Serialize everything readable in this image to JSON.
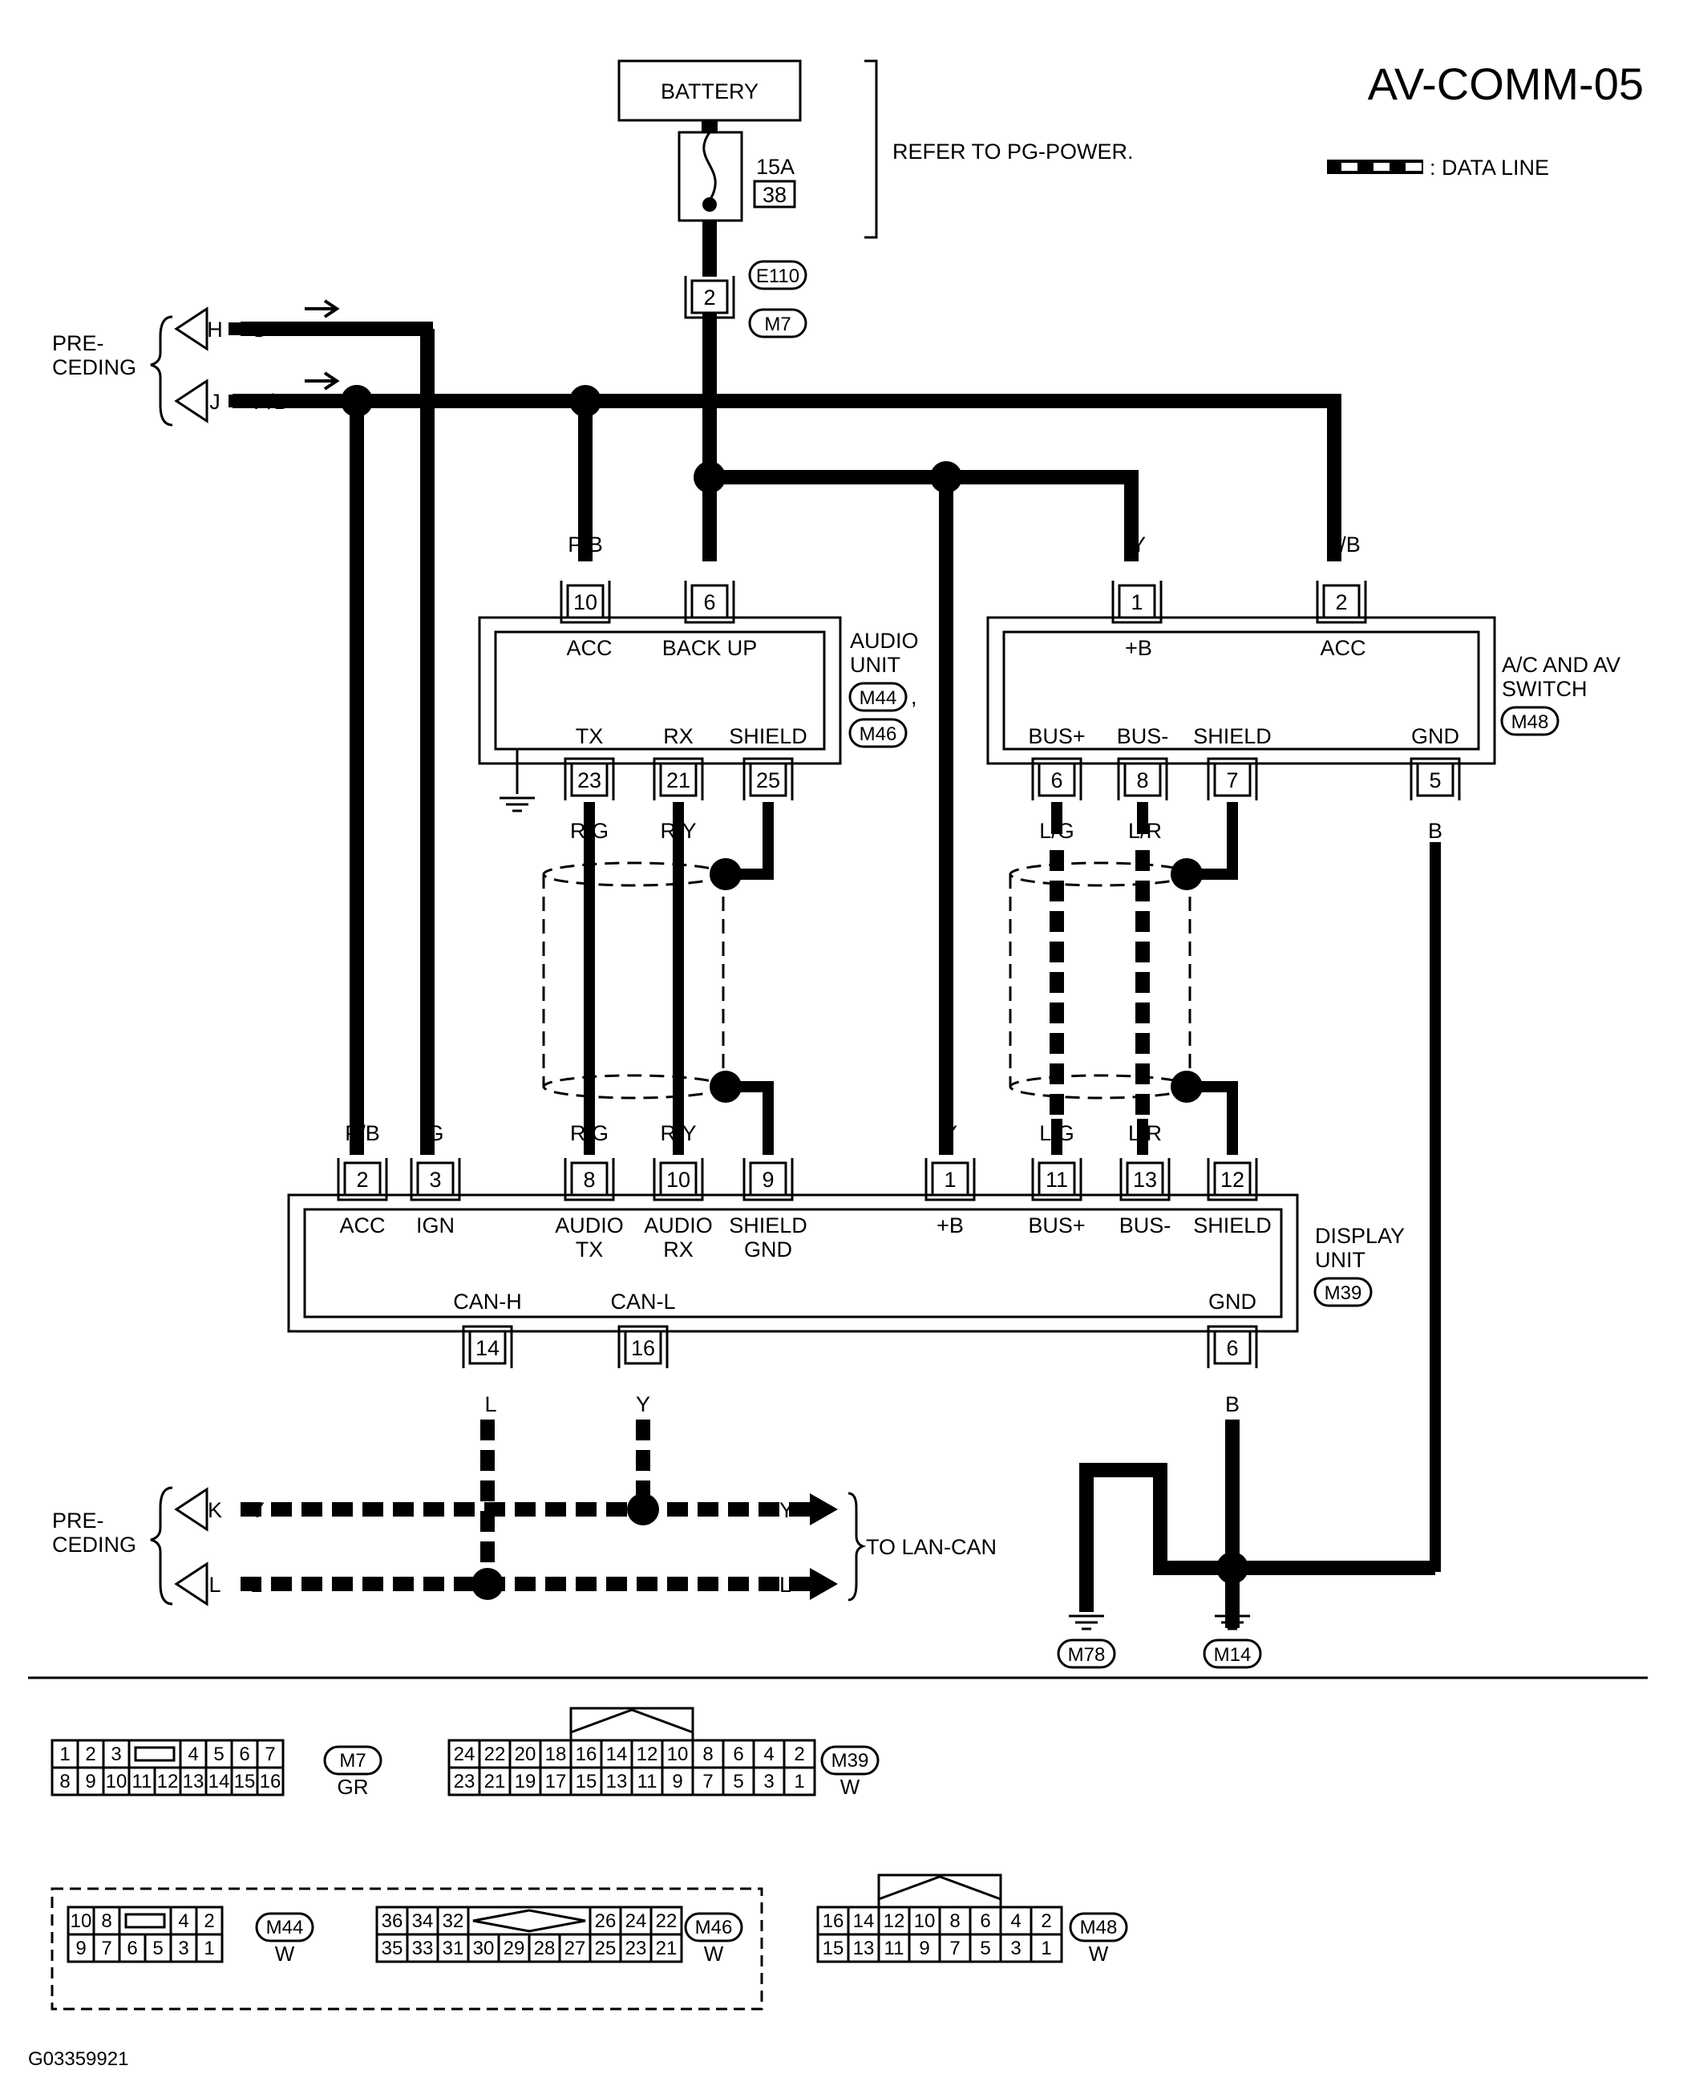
{
  "title": "AV-COMM-05",
  "figure_id": "G03359921",
  "legend": {
    "data_line": ": DATA LINE"
  },
  "battery": {
    "label": "BATTERY",
    "fuse_amp": "15A",
    "fuse_no": "38",
    "refer": "REFER TO PG-POWER."
  },
  "connectors": {
    "e110": "E110",
    "m7": "M7",
    "m44": "M44",
    "m46": "M46",
    "m48": "M48",
    "m39": "M39",
    "m78": "M78",
    "m14": "M14"
  },
  "preceding": {
    "label_top": "PRE-",
    "label_bottom": "CEDING"
  },
  "tags": {
    "h": "H",
    "j": "J",
    "k": "K",
    "l": "L"
  },
  "wires": {
    "y": "Y",
    "g": "G",
    "pb": "P/B",
    "rg": "R/G",
    "ry": "R/Y",
    "lg": "L/G",
    "lr": "L/R",
    "b": "B",
    "l": "L",
    "to_lan": "TO LAN-CAN"
  },
  "audio_unit": {
    "name1": "AUDIO",
    "name2": "UNIT",
    "comma": ",",
    "pin10": "10",
    "pin6": "6",
    "acc": "ACC",
    "backup": "BACK UP",
    "tx": "TX",
    "rx": "RX",
    "shield": "SHIELD",
    "pin23": "23",
    "pin21": "21",
    "pin25": "25"
  },
  "ac_switch": {
    "name1": "A/C AND AV",
    "name2": "SWITCH",
    "pin1": "1",
    "pin2": "2",
    "plus_b": "+B",
    "acc": "ACC",
    "bus_plus": "BUS+",
    "bus_minus": "BUS-",
    "shield": "SHIELD",
    "gnd": "GND",
    "pin6": "6",
    "pin8": "8",
    "pin7": "7",
    "pin5": "5"
  },
  "display_unit": {
    "name1": "DISPLAY",
    "name2": "UNIT",
    "pin2": "2",
    "pin3": "3",
    "pin8": "8",
    "pin10": "10",
    "pin9": "9",
    "pin1": "1",
    "pin11": "11",
    "pin13": "13",
    "pin12": "12",
    "acc": "ACC",
    "ign": "IGN",
    "audio": "AUDIO",
    "tx": "TX",
    "rx": "RX",
    "shield": "SHIELD",
    "gnd_word": "GND",
    "plus_b": "+B",
    "bus_plus": "BUS+",
    "bus_minus": "BUS-",
    "can_h": "CAN-H",
    "can_l": "CAN-L",
    "gnd": "GND",
    "pin14": "14",
    "pin16": "16",
    "pin6": "6"
  },
  "views": {
    "m7": {
      "top": [
        "1",
        "2",
        "3",
        "",
        "4",
        "5",
        "6",
        "7"
      ],
      "bottom": [
        "8",
        "9",
        "10",
        "11",
        "12",
        "13",
        "14",
        "15",
        "16"
      ],
      "color": "GR"
    },
    "m39": {
      "top": [
        "24",
        "22",
        "20",
        "18",
        "16",
        "14",
        "12",
        "10",
        "8",
        "6",
        "4",
        "2"
      ],
      "bottom": [
        "23",
        "21",
        "19",
        "17",
        "15",
        "13",
        "11",
        "9",
        "7",
        "5",
        "3",
        "1"
      ],
      "color": "W"
    },
    "m44": {
      "top": [
        "10",
        "8",
        "",
        "4",
        "2"
      ],
      "bottom": [
        "9",
        "7",
        "6",
        "5",
        "3",
        "1"
      ],
      "color": "W"
    },
    "m46": {
      "top": [
        "36",
        "34",
        "32",
        "",
        "26",
        "24",
        "22"
      ],
      "bottom": [
        "35",
        "33",
        "31",
        "30",
        "29",
        "28",
        "27",
        "25",
        "23",
        "21"
      ],
      "color": "W"
    },
    "m48": {
      "top": [
        "16",
        "14",
        "12",
        "10",
        "8",
        "6",
        "4",
        "2"
      ],
      "bottom": [
        "15",
        "13",
        "11",
        "9",
        "7",
        "5",
        "3",
        "1"
      ],
      "color": "W"
    }
  }
}
